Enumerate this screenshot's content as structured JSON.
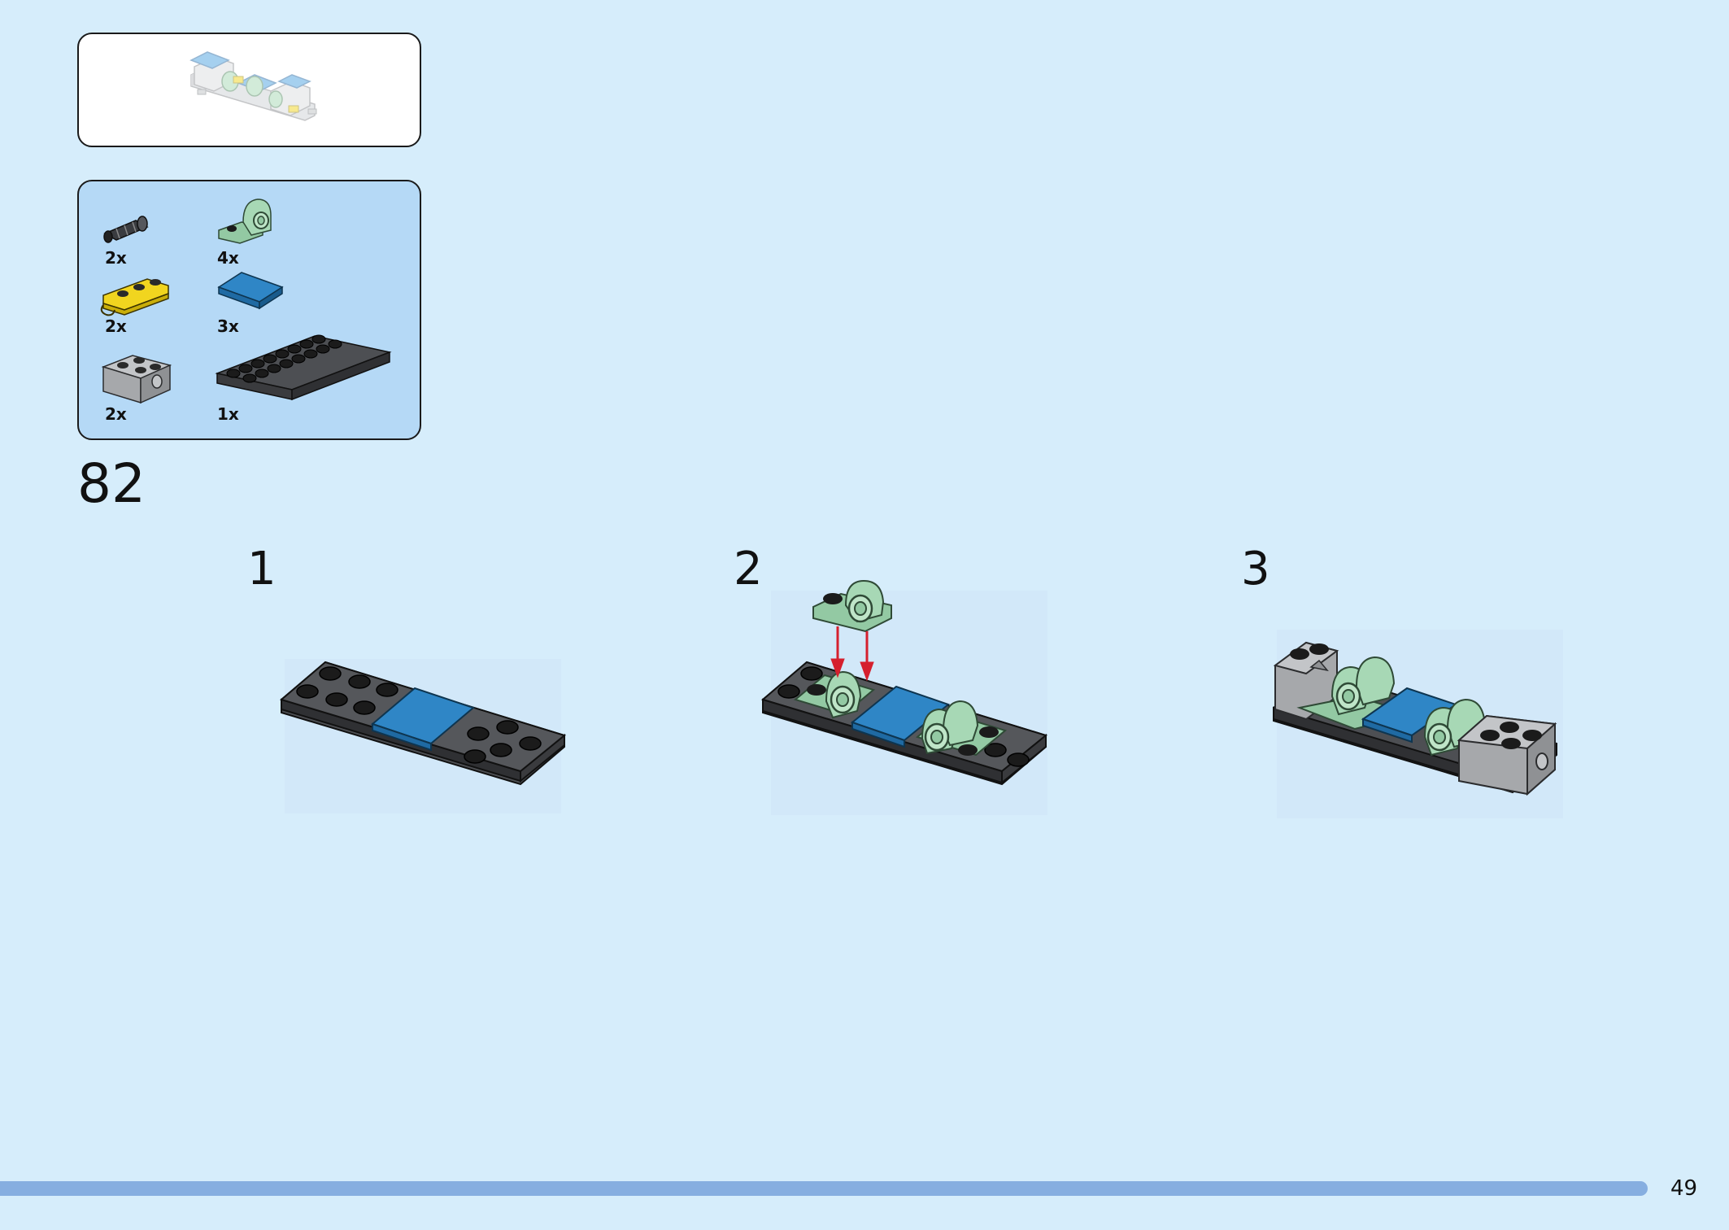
{
  "colors": {
    "page_background": "#d6edfb",
    "parts_box_background": "#b5d9f6",
    "progress_bar": "#86aee0",
    "arrow": "#d5202e",
    "plate_dark_grey": "#4d4f53",
    "tile_blue": "#2f86c6",
    "sand_green": "#93c9a3",
    "plate_yellow": "#f1d51f",
    "brick_light_grey": "#a6a8ab"
  },
  "preview": {
    "icon": "finished-assembly-thumbnail"
  },
  "parts": [
    {
      "icon": "technic-axle-pin-black",
      "quantity": "2x"
    },
    {
      "icon": "plate-with-pin-hole-sand-green",
      "quantity": "4x"
    },
    {
      "icon": "plate-with-clip-yellow",
      "quantity": "2x"
    },
    {
      "icon": "tile-2x2-blue",
      "quantity": "3x"
    },
    {
      "icon": "brick-with-hole-light-grey",
      "quantity": "2x"
    },
    {
      "icon": "plate-2x8-dark-grey",
      "quantity": "1x"
    }
  ],
  "step_number": "82",
  "substeps": [
    {
      "number": "1"
    },
    {
      "number": "2"
    },
    {
      "number": "3"
    }
  ],
  "page_number": "49"
}
